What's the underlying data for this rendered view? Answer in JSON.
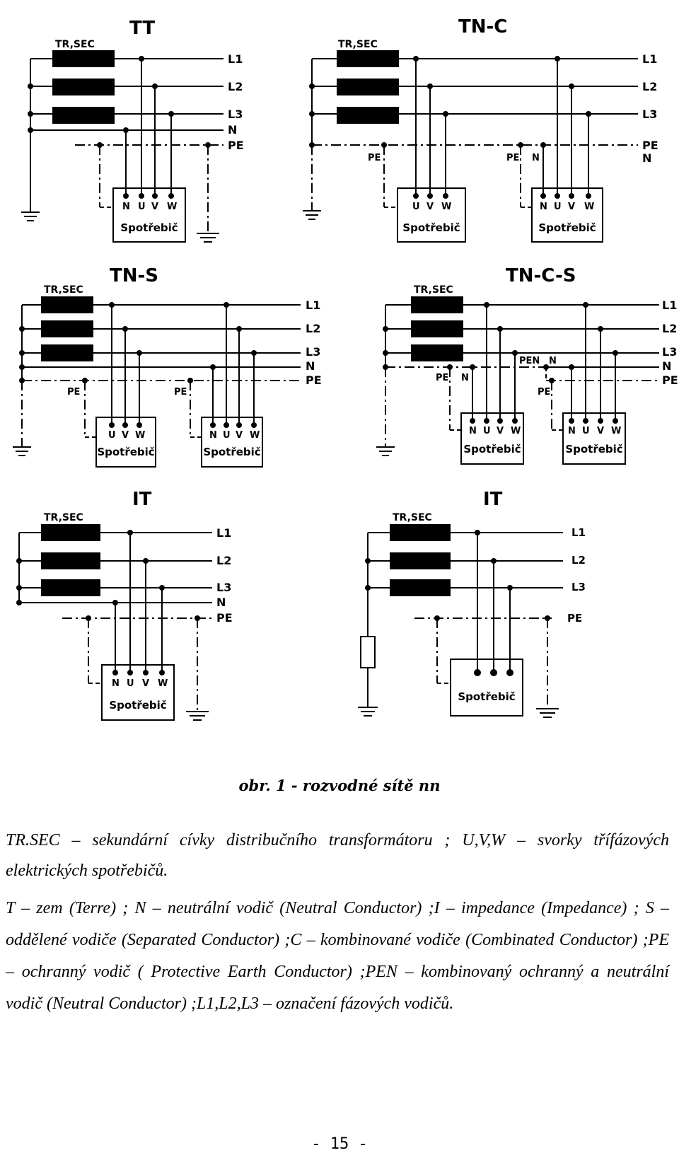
{
  "diagrams": {
    "tt": {
      "title": "TT",
      "tr": "TR,SEC",
      "l1": "L1",
      "l2": "L2",
      "l3": "L3",
      "n": "N",
      "pe": "PE",
      "load": {
        "label": "Spotřebič",
        "t1": "N",
        "t2": "U",
        "t3": "V",
        "t4": "W"
      }
    },
    "tnc": {
      "title": "TN-C",
      "tr": "TR,SEC",
      "l1": "L1",
      "l2": "L2",
      "l3": "L3",
      "pe": "PE",
      "n": "N",
      "load1": {
        "label": "Spotřebič",
        "pe": "PE",
        "t1": "U",
        "t2": "V",
        "t3": "W"
      },
      "load2": {
        "label": "Spotřebič",
        "pe": "PE",
        "n": "N",
        "t1": "N",
        "t2": "U",
        "t3": "V",
        "t4": "W"
      }
    },
    "tns": {
      "title": "TN-S",
      "tr": "TR,SEC",
      "l1": "L1",
      "l2": "L2",
      "l3": "L3",
      "n": "N",
      "pe": "PE",
      "load1": {
        "label": "Spotřebič",
        "pe": "PE",
        "t1": "U",
        "t2": "V",
        "t3": "W"
      },
      "load2": {
        "label": "Spotřebič",
        "pe": "PE",
        "t1": "N",
        "t2": "U",
        "t3": "V",
        "t4": "W"
      }
    },
    "tncs": {
      "title": "TN-C-S",
      "tr": "TR,SEC",
      "l1": "L1",
      "l2": "L2",
      "l3": "L3",
      "n": "N",
      "pe": "PE",
      "pen": "PEN",
      "n2": "N",
      "load1": {
        "label": "Spotřebič",
        "pe": "PE",
        "n": "N",
        "t1": "N",
        "t2": "U",
        "t3": "V",
        "t4": "W"
      },
      "load2": {
        "label": "Spotřebič",
        "pe": "PE",
        "t1": "N",
        "t2": "U",
        "t3": "V",
        "t4": "W"
      }
    },
    "it1": {
      "title": "IT",
      "tr": "TR,SEC",
      "l1": "L1",
      "l2": "L2",
      "l3": "L3",
      "n": "N",
      "pe": "PE",
      "load": {
        "label": "Spotřebič",
        "t1": "N",
        "t2": "U",
        "t3": "V",
        "t4": "W"
      }
    },
    "it2": {
      "title": "IT",
      "tr": "TR,SEC",
      "l1": "L1",
      "l2": "L2",
      "l3": "L3",
      "pe": "PE",
      "load": {
        "label": "Spotřebič"
      }
    }
  },
  "caption": "obr. 1 - rozvodné sítě nn",
  "legend": {
    "para1": "TR.SEC – sekundární cívky distribučního transformátoru ; U,V,W – svorky třífázových elektrických spotřebičů.",
    "para2": "T – zem (Terre) ; N – neutrální vodič (Neutral Conductor) ;I – impedance (Impedance) ; S – oddělené vodiče (Separated Conductor) ;C – kombinované vodiče (Combinated Conductor) ;PE – ochranný vodič ( Protective Earth Conductor) ;PEN – kombinovaný ochranný a neutrální vodič (Neutral Conductor) ;L1,L2,L3 – označení fázových vodičů."
  },
  "page_number": "- 15 -"
}
